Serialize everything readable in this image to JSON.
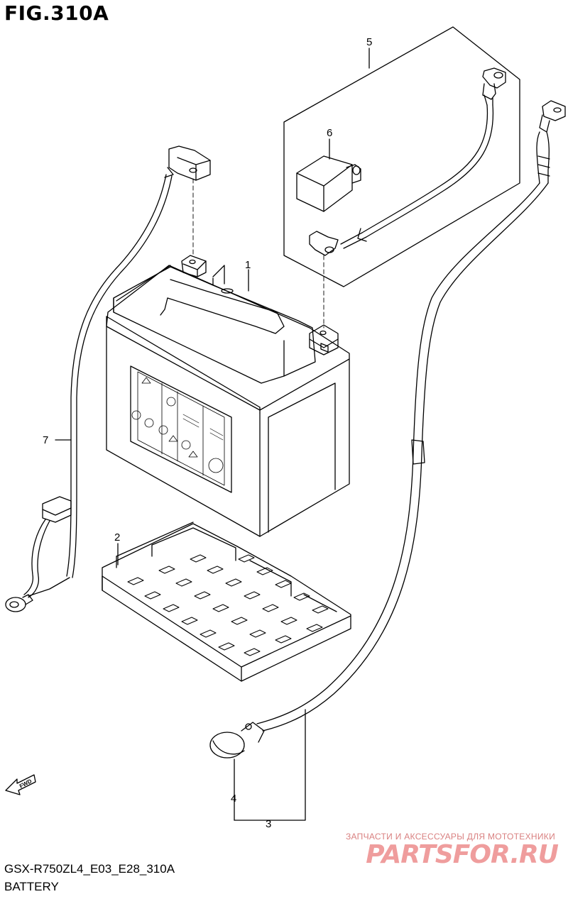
{
  "figure_title": "FIG.310A",
  "callouts": [
    {
      "id": "1",
      "label": "1"
    },
    {
      "id": "2",
      "label": "2"
    },
    {
      "id": "3",
      "label": "3"
    },
    {
      "id": "4",
      "label": "4"
    },
    {
      "id": "5",
      "label": "5"
    },
    {
      "id": "6",
      "label": "6"
    },
    {
      "id": "7",
      "label": "7"
    }
  ],
  "fwd_label": "FWD",
  "watermark": {
    "tagline": "ЗАПЧАСТИ И АКСЕССУАРЫ ДЛЯ МОТОТЕХНИКИ",
    "logo": "PARTSFOR.RU"
  },
  "footer": {
    "model_code": "GSX-R750ZL4_E03_E28_310A",
    "name": "BATTERY"
  },
  "colors": {
    "line": "#000000",
    "watermark": "#ef9d9d"
  }
}
